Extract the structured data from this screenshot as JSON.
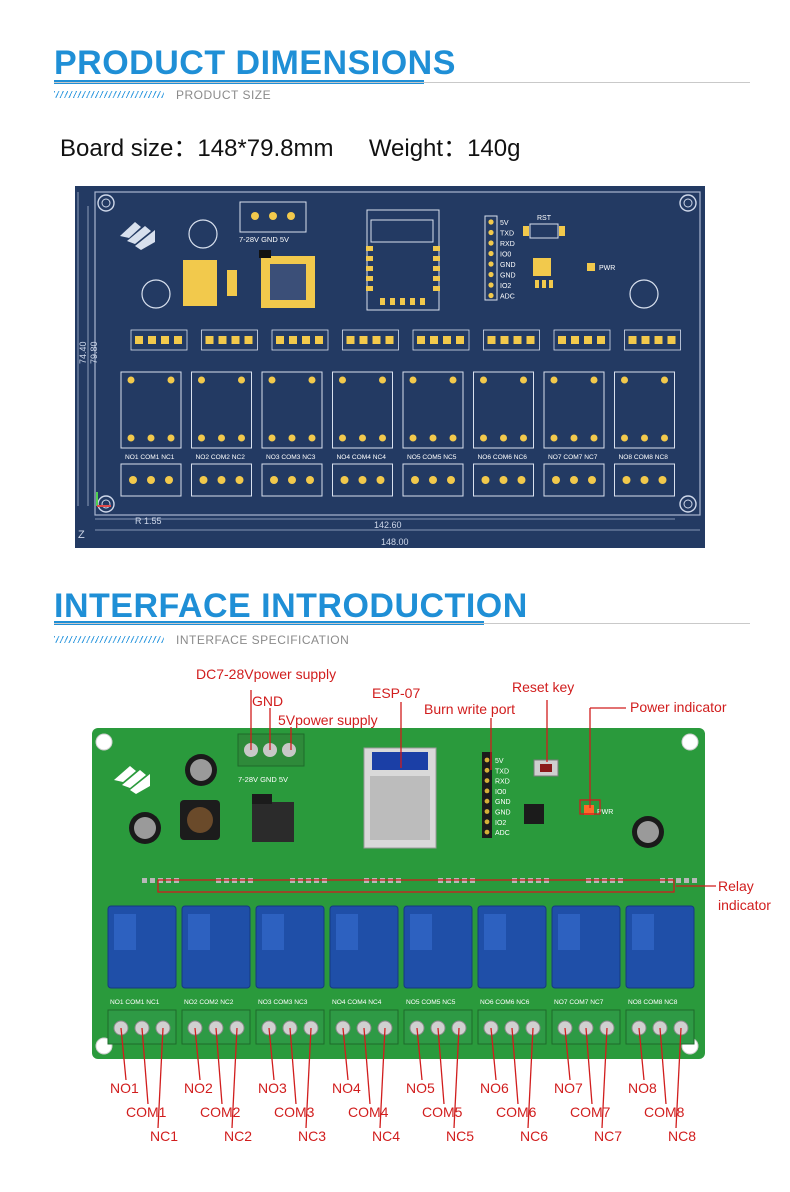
{
  "section1": {
    "title": "PRODUCT DIMENSIONS",
    "subtitle": "PRODUCT SIZE",
    "board_size_label": "Board size：",
    "board_size_value": "148*79.8mm",
    "weight_label": "Weight：",
    "weight_value": "140g"
  },
  "pcb": {
    "silk_power": "7-28V  GND  5V",
    "dim_height_outer": "79.80",
    "dim_height_inner": "74.40",
    "dim_width_inner": "142.60",
    "dim_width_outer": "148.00",
    "dim_radius": "R 1.55",
    "header_pins": [
      "5V",
      "TXD",
      "RXD",
      "IO0",
      "GND",
      "GND",
      "IO2",
      "ADC"
    ],
    "rst_label": "RST",
    "pwr_label": "PWR",
    "terminal_groups": [
      "NO1 COM1 NC1",
      "NO2 COM2 NC2",
      "NO3 COM3 NC3",
      "NO4 COM4 NC4",
      "NO5 COM5 NC5",
      "NO6 COM6 NC6",
      "NO7 COM7 NC7",
      "NO8 COM8 NC8"
    ],
    "axis_z": "Z"
  },
  "section2": {
    "title": "INTERFACE INTRODUCTION",
    "subtitle": "INTERFACE SPECIFICATION"
  },
  "callouts": {
    "dc_supply": "DC7-28Vpower supply",
    "gnd": "GND",
    "v5_supply": "5Vpower supply",
    "esp": "ESP-07",
    "burn_port": "Burn write port",
    "reset_key": "Reset key",
    "power_indicator": "Power indicator",
    "relay_indicator_1": "Relay",
    "relay_indicator_2": "indicator"
  },
  "terminals": [
    {
      "no": "NO1",
      "com": "COM1",
      "nc": "NC1"
    },
    {
      "no": "NO2",
      "com": "COM2",
      "nc": "NC2"
    },
    {
      "no": "NO3",
      "com": "COM3",
      "nc": "NC3"
    },
    {
      "no": "NO4",
      "com": "COM4",
      "nc": "NC4"
    },
    {
      "no": "NO5",
      "com": "COM5",
      "nc": "NC5"
    },
    {
      "no": "NO6",
      "com": "COM6",
      "nc": "NC6"
    },
    {
      "no": "NO7",
      "com": "COM7",
      "nc": "NC7"
    },
    {
      "no": "NO8",
      "com": "COM8",
      "nc": "NC8"
    }
  ],
  "colors": {
    "accent": "#1f8fd6",
    "callout": "#d11d1d",
    "pcb_blue": "#233a63",
    "board_green": "#2a9a3c",
    "relay_blue": "#1f4fa8"
  }
}
